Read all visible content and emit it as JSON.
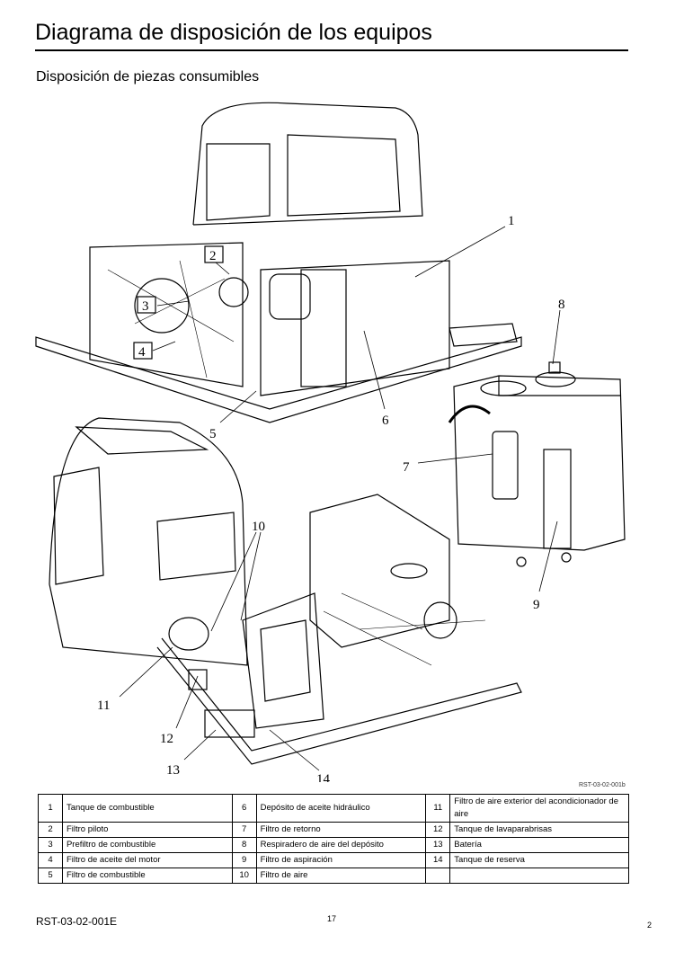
{
  "title": "Diagrama de disposición de los equipos",
  "subtitle": "Disposición de piezas consumibles",
  "figure_code": "RST-03-02-001b",
  "callouts": [
    "1",
    "2",
    "3",
    "4",
    "5",
    "6",
    "7",
    "8",
    "9",
    "10",
    "11",
    "12",
    "13",
    "14"
  ],
  "table": [
    [
      {
        "n": "1",
        "t": "Tanque de combustible"
      },
      {
        "n": "6",
        "t": "Depósito de aceite hidráulico"
      },
      {
        "n": "11",
        "t": "Filtro de aire exterior del acondicionador de aire"
      }
    ],
    [
      {
        "n": "2",
        "t": "Filtro piloto"
      },
      {
        "n": "7",
        "t": "Filtro de retorno"
      },
      {
        "n": "12",
        "t": "Tanque de lavaparabrisas"
      }
    ],
    [
      {
        "n": "3",
        "t": "Prefiltro de combustible"
      },
      {
        "n": "8",
        "t": "Respiradero de aire del depósito"
      },
      {
        "n": "13",
        "t": "Batería"
      }
    ],
    [
      {
        "n": "4",
        "t": "Filtro de aceite del motor"
      },
      {
        "n": "9",
        "t": "Filtro de aspiración"
      },
      {
        "n": "14",
        "t": "Tanque de reserva"
      }
    ],
    [
      {
        "n": "5",
        "t": "Filtro de combustible"
      },
      {
        "n": "10",
        "t": "Filtro de aire"
      },
      {
        "n": "",
        "t": ""
      }
    ]
  ],
  "footer": {
    "doc_id": "RST-03-02-001E",
    "page": "17",
    "corner": "2"
  }
}
